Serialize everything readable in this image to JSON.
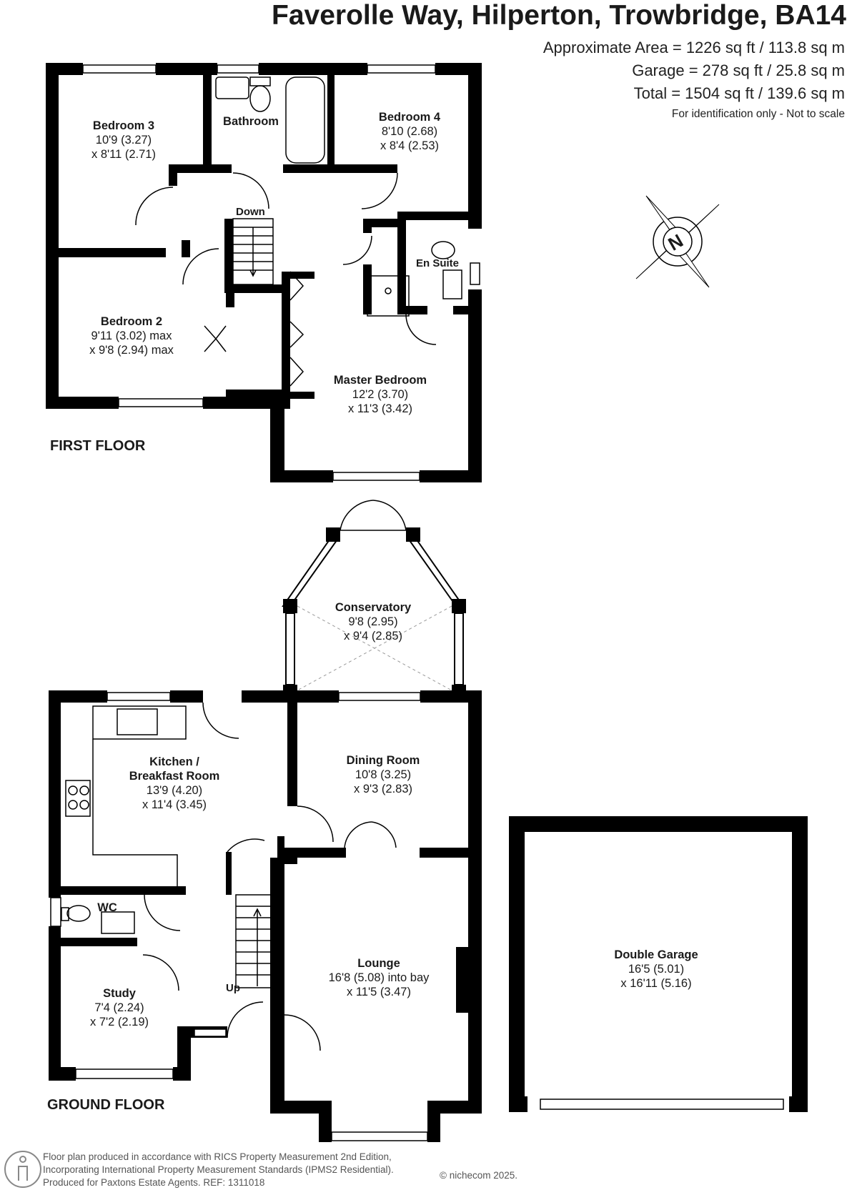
{
  "header": {
    "title": "Faverolle Way, Hilperton, Trowbridge, BA14",
    "area_lines": [
      "Approximate Area = 1226 sq ft / 113.8 sq m",
      "Garage = 278 sq ft / 25.8 sq m",
      "Total = 1504 sq ft / 139.6 sq m"
    ],
    "note": "For identification only - Not to scale"
  },
  "compass": {
    "label": "N"
  },
  "first_floor": {
    "label": "FIRST FLOOR",
    "rooms": [
      {
        "name": "Bedroom 3",
        "dims": [
          "10'9 (3.27)",
          "x 8'11 (2.71)"
        ]
      },
      {
        "name": "Bathroom",
        "dims": []
      },
      {
        "name": "Bedroom 4",
        "dims": [
          "8'10 (2.68)",
          "x 8'4 (2.53)"
        ]
      },
      {
        "name": "En Suite",
        "dims": []
      },
      {
        "name": "Bedroom 2",
        "dims": [
          "9'11 (3.02) max",
          "x 9'8 (2.94) max"
        ]
      },
      {
        "name": "Master Bedroom",
        "dims": [
          "12'2 (3.70)",
          "x 11'3 (3.42)"
        ]
      }
    ],
    "stairs_label": "Down"
  },
  "ground_floor": {
    "label": "GROUND FLOOR",
    "rooms": [
      {
        "name": "Conservatory",
        "dims": [
          "9'8 (2.95)",
          "x 9'4 (2.85)"
        ]
      },
      {
        "name": "Kitchen /",
        "name2": "Breakfast Room",
        "dims": [
          "13'9 (4.20)",
          "x 11'4 (3.45)"
        ]
      },
      {
        "name": "Dining Room",
        "dims": [
          "10'8 (3.25)",
          "x 9'3 (2.83)"
        ]
      },
      {
        "name": "WC",
        "dims": []
      },
      {
        "name": "Study",
        "dims": [
          "7'4 (2.24)",
          "x 7'2 (2.19)"
        ]
      },
      {
        "name": "Lounge",
        "dims": [
          "16'8 (5.08) into bay",
          "x 11'5 (3.47)"
        ]
      },
      {
        "name": "Double Garage",
        "dims": [
          "16'5 (5.01)",
          "x 16'11 (5.16)"
        ]
      }
    ],
    "stairs_label": "Up"
  },
  "footer": {
    "lines": [
      "Floor plan produced in accordance with RICS Property Measurement 2nd Edition,",
      "Incorporating International Property Measurement Standards (IPMS2 Residential).",
      "Produced for Paxtons Estate Agents.    REF: 1311018"
    ],
    "copyright": "© nichecom 2025."
  }
}
